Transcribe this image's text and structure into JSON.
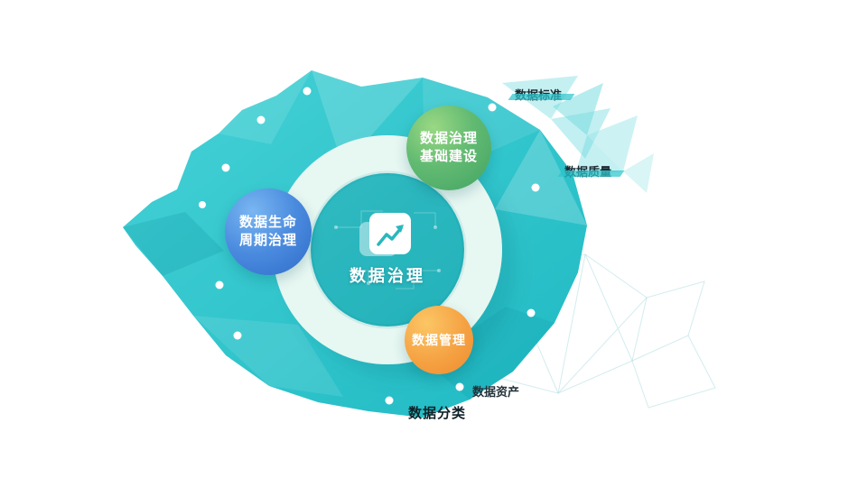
{
  "center": {
    "title": "数据治理",
    "icon": "line-chart-card-icon"
  },
  "nodes": {
    "foundation": {
      "line1": "数据治理",
      "line2": "基础建设",
      "color": "#4fae6a"
    },
    "lifecycle": {
      "line1": "数据生命",
      "line2": "周期治理",
      "color": "#3f7fd6"
    },
    "management": {
      "line1": "数据管理",
      "color": "#f29a3a"
    }
  },
  "labels": [
    {
      "text": "数据标准"
    },
    {
      "text": "数据质量"
    },
    {
      "text": "数据资产"
    },
    {
      "text": "数据分类"
    }
  ],
  "palette": {
    "blob_teal": "#2cc6cd",
    "ring_mint": "#e7f7f2",
    "accent_teal": "#2ab7bf"
  }
}
